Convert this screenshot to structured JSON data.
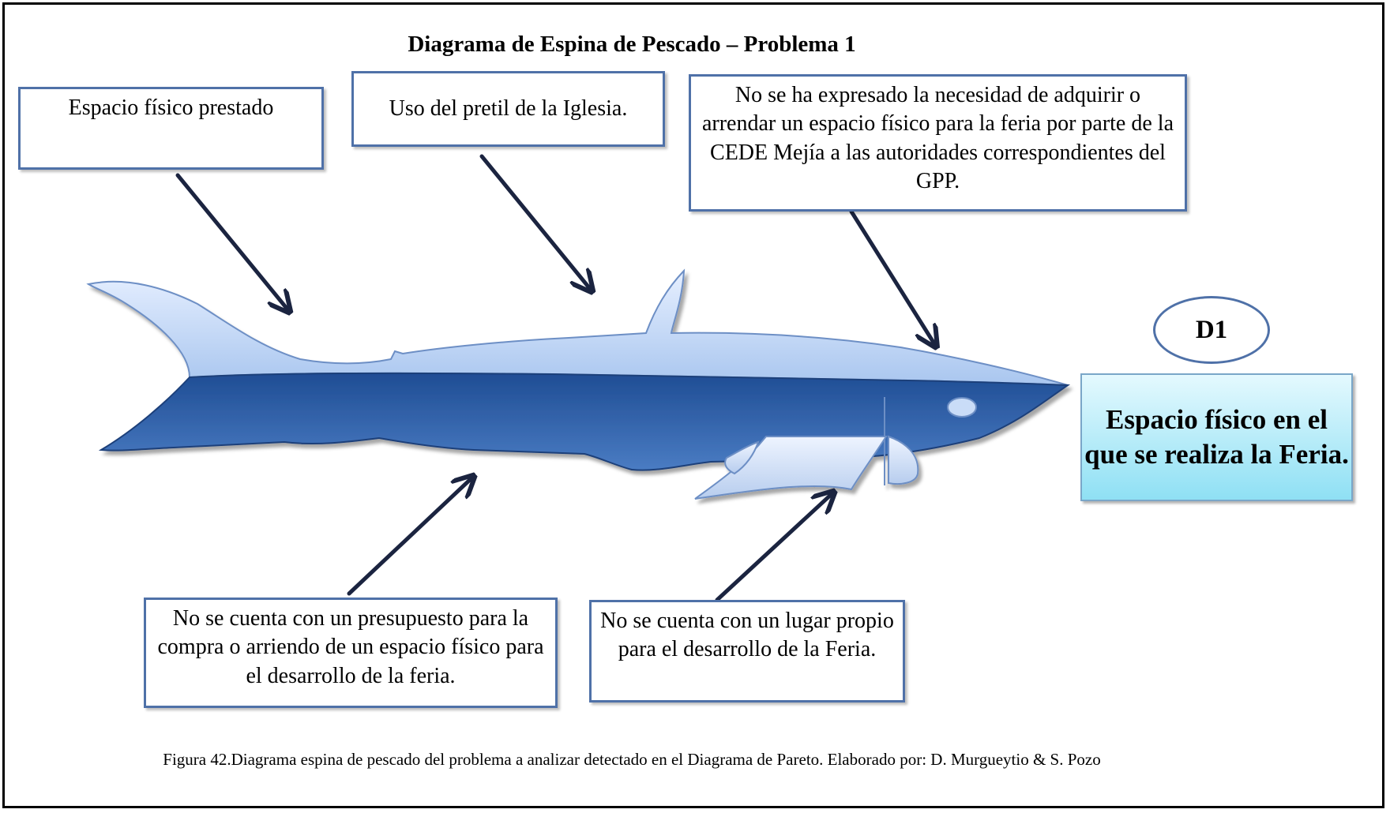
{
  "title": "Diagrama de Espina de Pescado – Problema 1",
  "causes": {
    "top_left": "Espacio físico prestado",
    "top_middle": "Uso del pretil de la Iglesia.",
    "top_right": "No se ha expresado la necesidad de adquirir o arrendar un espacio físico para la feria por parte de la CEDE Mejía a las autoridades correspondientes del GPP.",
    "bottom_left": "No se cuenta con un presupuesto para la compra o arriendo de un espacio físico para el desarrollo de la feria.",
    "bottom_middle": "No se cuenta con un lugar propio para el desarrollo de la Feria."
  },
  "effect_code": "D1",
  "effect_text": "Espacio físico en el que se realiza la Feria.",
  "caption": "Figura 42.Diagrama espina de pescado del problema a analizar detectado en el Diagrama de Pareto. Elaborado por: D. Murgueytio & S. Pozo",
  "colors": {
    "box_border": "#4f71a8",
    "fish_light": "#c9dcf7",
    "fish_dark": "#2d5ea6",
    "arrow": "#1b2440",
    "effect_fill": "#8fe0f4"
  }
}
